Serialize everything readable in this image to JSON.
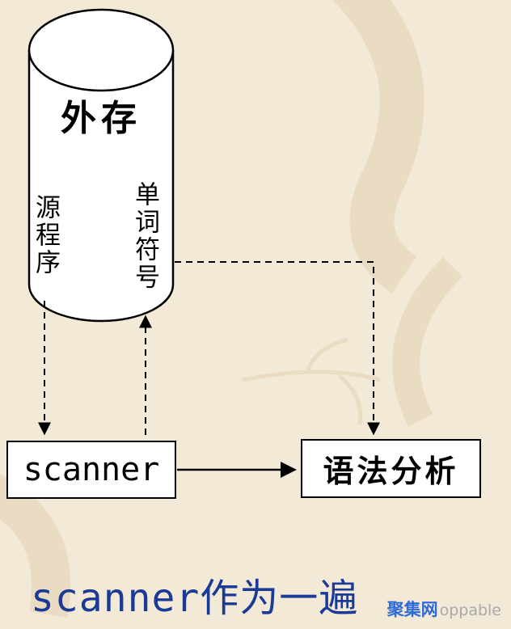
{
  "colors": {
    "background": "#f2e9d6",
    "diagram_stroke": "#000000",
    "node_fill": "#ffffff",
    "caption": "#1a3a96",
    "watermark_brand": "#2f6bd8",
    "watermark_suffix": "#a9aaad"
  },
  "cylinder": {
    "title": "外存",
    "left_label": "源程序",
    "right_label": "单词符号"
  },
  "boxes": {
    "scanner": "scanner",
    "parser": "语法分析"
  },
  "caption": "scanner作为一遍",
  "watermark": {
    "brand": "聚集网",
    "suffix": "oppable"
  }
}
